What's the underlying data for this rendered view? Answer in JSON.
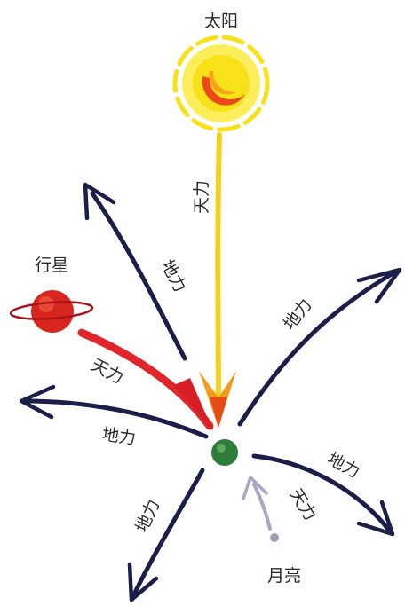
{
  "bodies": {
    "sun": {
      "label": "太阳",
      "color": "#f7e21a",
      "accent": "#e9311c"
    },
    "planet": {
      "label": "行星",
      "color": "#d8261f"
    },
    "earth": {
      "label": "",
      "color": "#2e7d3a"
    },
    "moon": {
      "label": "月亮",
      "color": "#9aa0b8"
    }
  },
  "forces": {
    "sun_pull": {
      "label": "天力",
      "color": "#f2d21c"
    },
    "planet_pull": {
      "label": "天力",
      "color": "#e0262a"
    },
    "moon_pull": {
      "label": "天力",
      "color": "#a9a6c4"
    },
    "earth_upper_left": {
      "label": "地力",
      "color": "#1c1e4a"
    },
    "earth_upper_right": {
      "label": "地力",
      "color": "#1c1e4a"
    },
    "earth_left": {
      "label": "地力",
      "color": "#1c1e4a"
    },
    "earth_right": {
      "label": "地力",
      "color": "#1c1e4a"
    },
    "earth_lower_left": {
      "label": "地力",
      "color": "#1c1e4a"
    }
  }
}
